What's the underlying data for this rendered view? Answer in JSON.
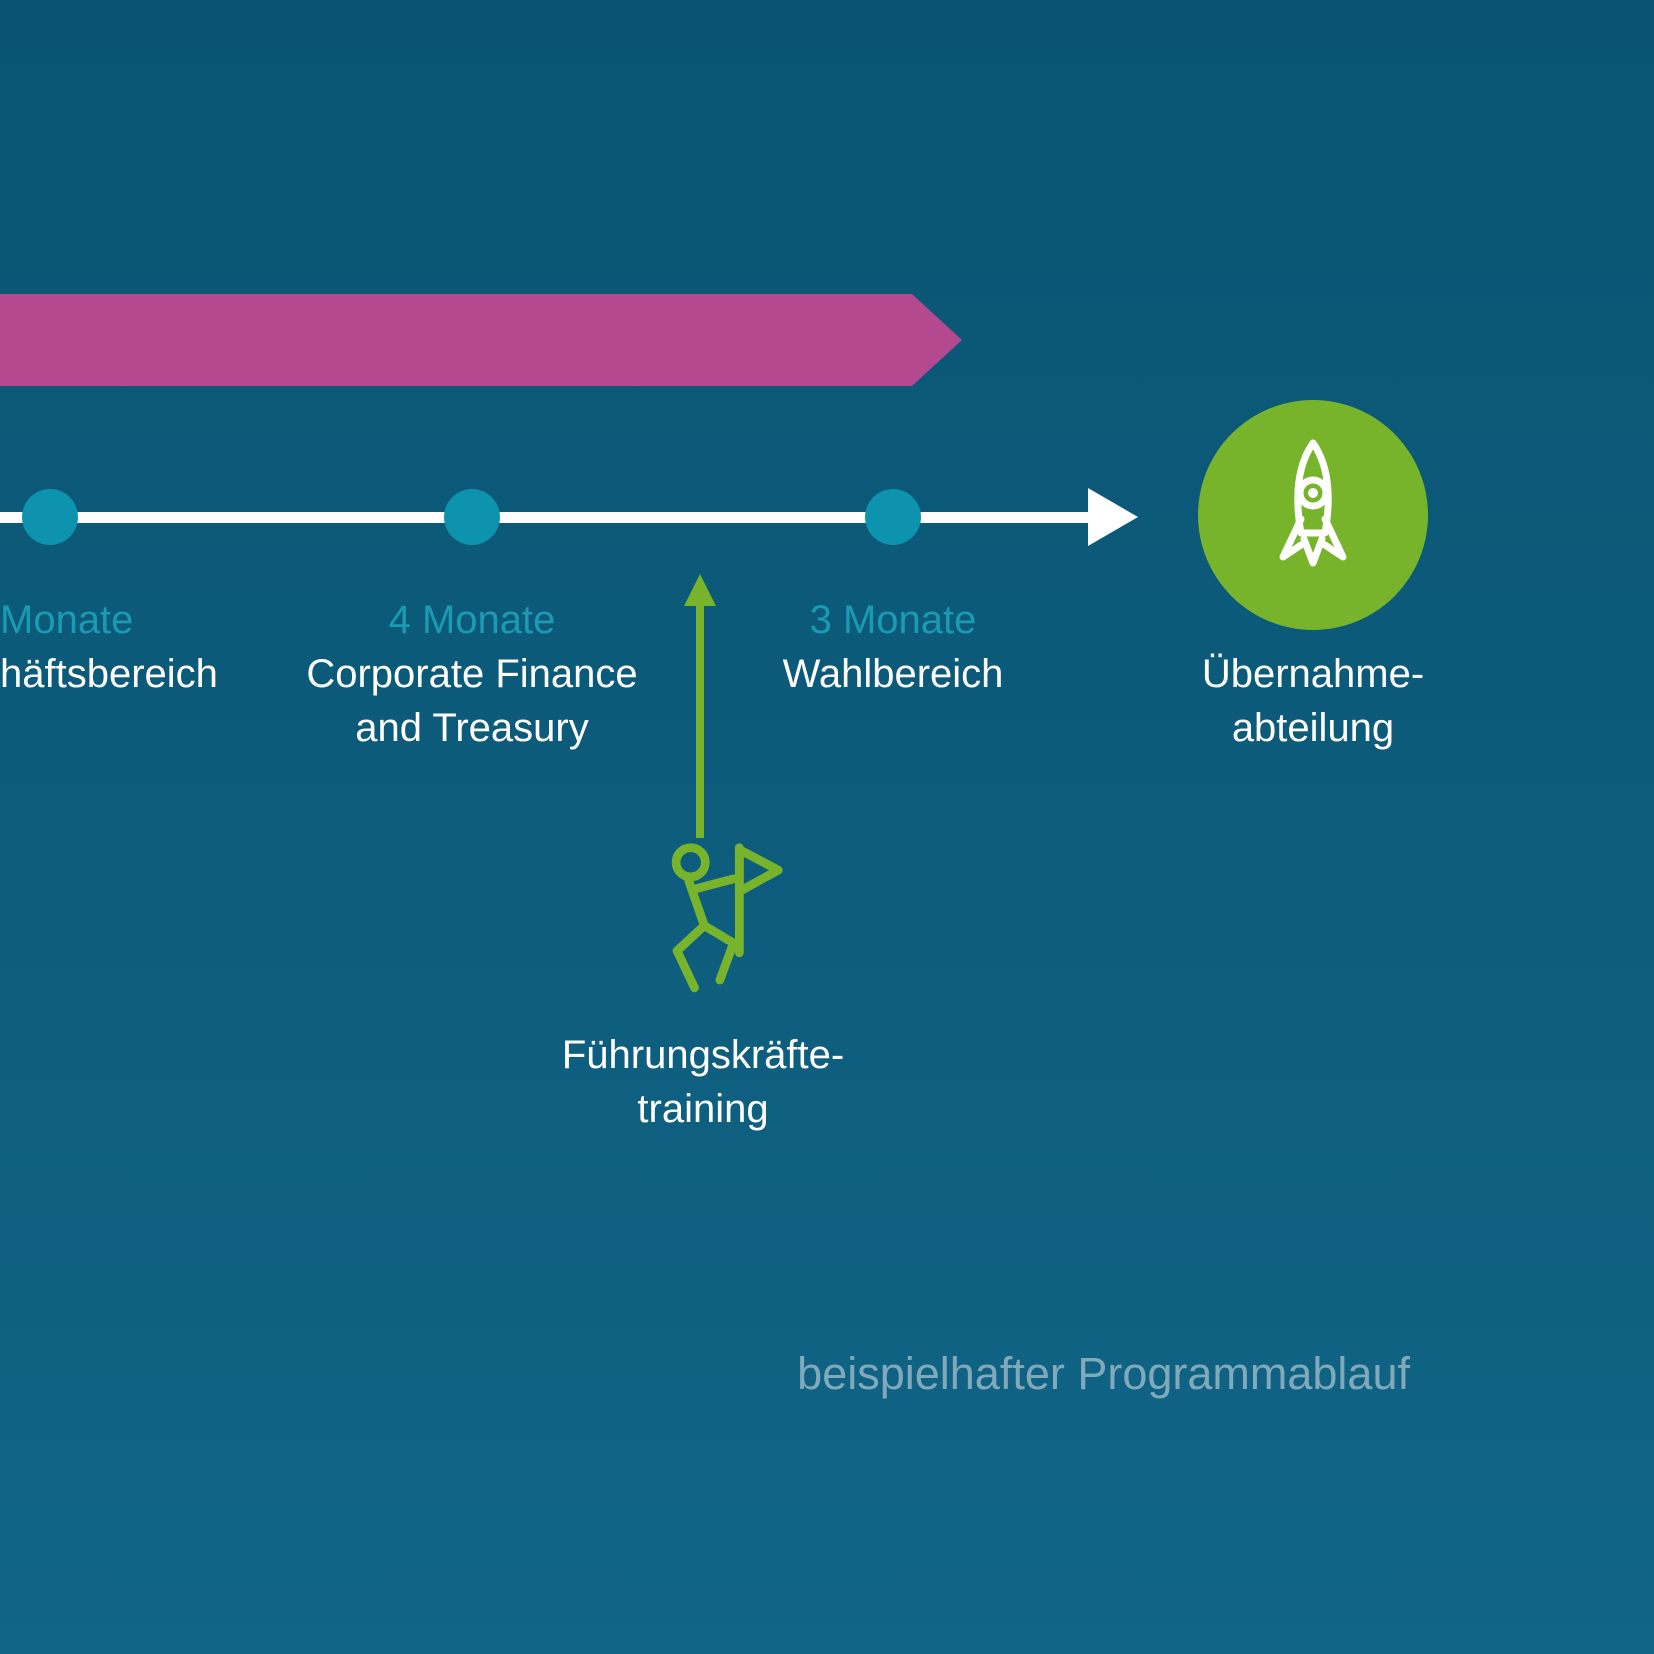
{
  "colors": {
    "bg_top": "#0a5472",
    "bg_bottom": "#116587",
    "magenta": "#b4498f",
    "dot_teal": "#0e93ae",
    "label_teal": "#1b9ab3",
    "green": "#77b42c",
    "white": "#ffffff",
    "footnote_gray": "#80a9bb"
  },
  "timeline": {
    "stations": [
      {
        "duration": "Monate",
        "name_lines": [
          "häftsbereich"
        ]
      },
      {
        "duration": "4 Monate",
        "name_lines": [
          "Corporate Finance",
          "and Treasury"
        ]
      },
      {
        "duration": "3 Monate",
        "name_lines": [
          "Wahlbereich"
        ]
      }
    ],
    "end": {
      "label_lines": [
        "Übernahme-",
        "abteilung"
      ]
    }
  },
  "callout": {
    "label_lines": [
      "Führungskräfte-",
      "training"
    ]
  },
  "footnote": "beispielhafter Programmablauf"
}
